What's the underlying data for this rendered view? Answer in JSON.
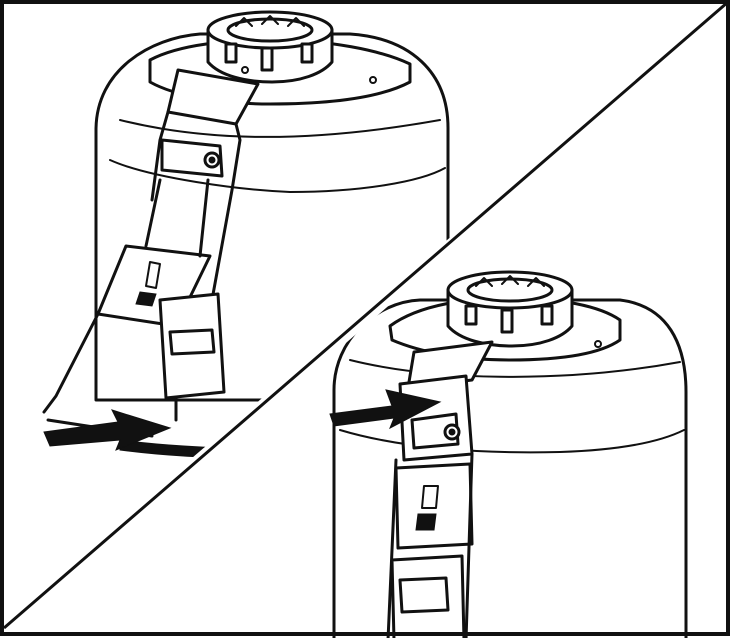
{
  "figure": {
    "panels": [
      {
        "step": "open-latch",
        "arrow_direction": "right"
      },
      {
        "step": "close-latch",
        "arrow_direction": "right"
      }
    ],
    "colors": {
      "line": "#111111",
      "background": "#ffffff"
    }
  }
}
